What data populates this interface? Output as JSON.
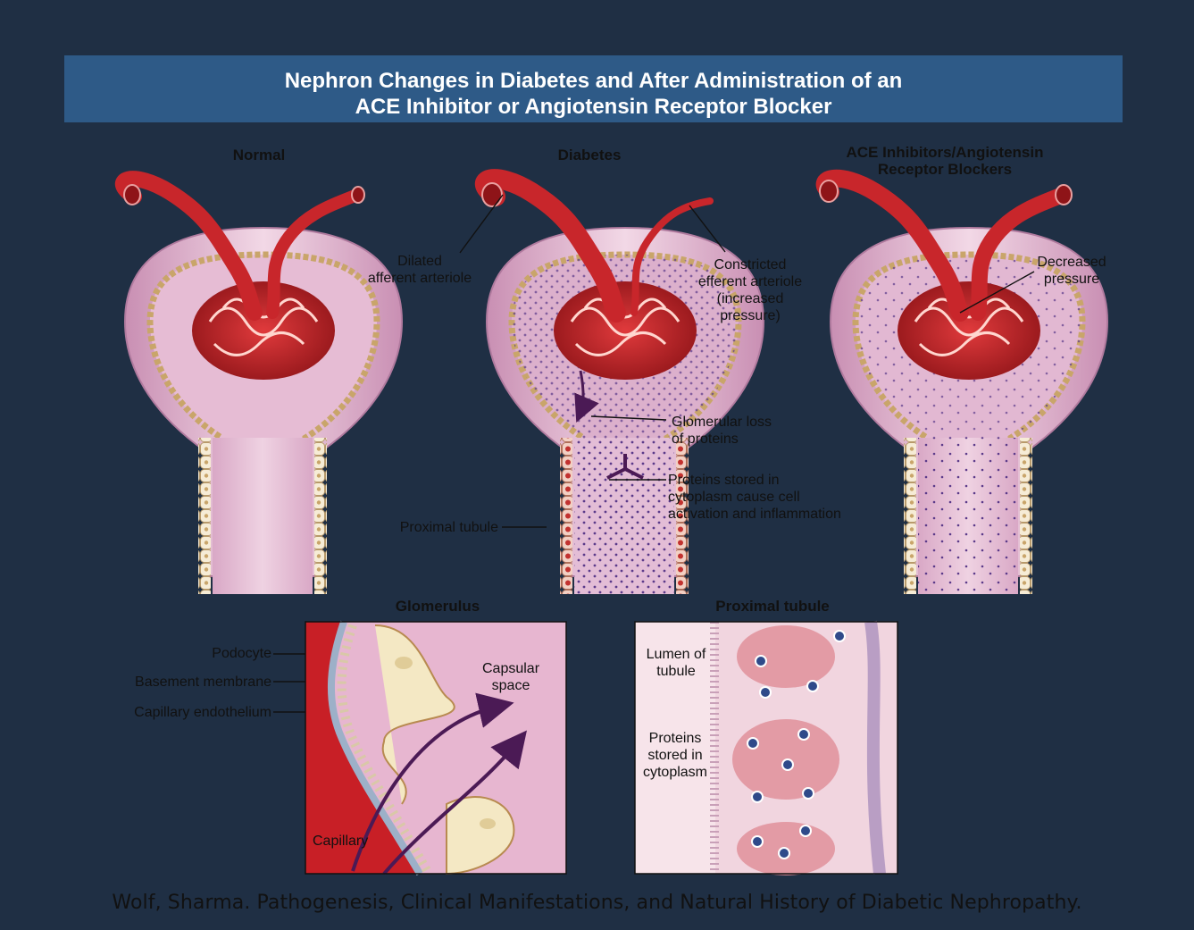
{
  "title": {
    "line1": "Nephron Changes in Diabetes and After Administration of an",
    "line2": "ACE Inhibitor or Angiotensin Receptor Blocker"
  },
  "panels": {
    "normal": "Normal",
    "diabetes": "Diabetes",
    "acei_line1": "ACE Inhibitors/Angiotensin",
    "acei_line2": "Receptor Blockers"
  },
  "labels": {
    "dilated_1": "Dilated",
    "dilated_2": "afferent arteriole",
    "constricted_1": "Constricted",
    "constricted_2": "efferent arteriole",
    "constricted_3": "(increased",
    "constricted_4": "pressure)",
    "decreased_1": "Decreased",
    "decreased_2": "pressure",
    "glomerular_loss_1": "Glomerular loss",
    "glomerular_loss_2": "of proteins",
    "proteins_stored_1": "Proteins stored in",
    "proteins_stored_2": "cytoplasm cause cell",
    "proteins_stored_3": "activation and inflammation",
    "proximal_tubule": "Proximal tubule"
  },
  "insets": {
    "glomerulus": {
      "heading": "Glomerulus",
      "podocyte": "Podocyte",
      "basement_membrane": "Basement membrane",
      "capillary_endothelium": "Capillary endothelium",
      "capsular_1": "Capsular",
      "capsular_2": "space",
      "capillary": "Capillary"
    },
    "proximal": {
      "heading": "Proximal tubule",
      "lumen_1": "Lumen of",
      "lumen_2": "tubule",
      "proteins_1": "Proteins",
      "proteins_2": "stored in",
      "proteins_3": "cytoplasm"
    }
  },
  "citation": "Wolf, Sharma. Pathogenesis, Clinical Manifestations, and Natural History of Diabetic Nephropathy.",
  "colors": {
    "background": "#1f2f44",
    "title_band": "#2e5a87",
    "capsule": "#e7c4d6",
    "capsule_dark": "#c98fb3",
    "vessel": "#c8262b",
    "vessel_dark": "#8e1418",
    "cell": "#f6ecd6"
  }
}
